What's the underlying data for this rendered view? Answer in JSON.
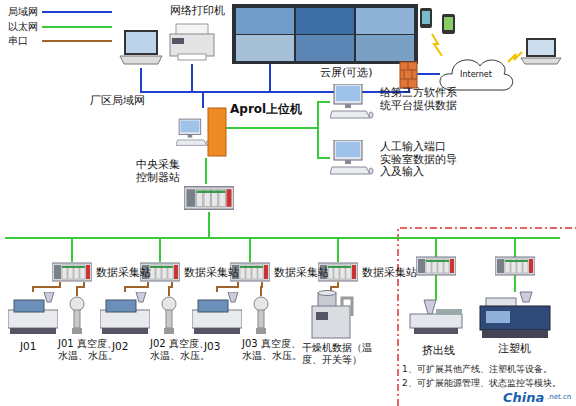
{
  "diagram": {
    "nodes": [
      {
        "text": [
          "厂区局域网"
        ]
      },
      {
        "text": [
          "网络打印机"
        ]
      },
      {
        "text": [
          "云屏(可选)"
        ]
      },
      {
        "text": [
          "Internet"
        ]
      },
      {
        "text": [
          "Aprol上位机"
        ]
      },
      {
        "text": [
          "给第三方软件系统平台提供数据"
        ]
      },
      {
        "text": [
          "人工输入端口 实验室数据的导入及输入"
        ]
      },
      {
        "text": [
          "中央采集 控制器站"
        ]
      },
      {
        "text": [
          "数据采集站"
        ]
      },
      {
        "text": [
          "数据采集站"
        ]
      },
      {
        "text": [
          "数据采集站"
        ]
      },
      {
        "text": [
          "数据采集站"
        ]
      },
      {
        "text": [
          "J01"
        ]
      },
      {
        "text": [
          "J01 真空度、水温、水压。"
        ]
      },
      {
        "text": [
          "J02"
        ]
      },
      {
        "text": [
          "J02 真空度、水温、水压。"
        ]
      },
      {
        "text": [
          "J03"
        ]
      },
      {
        "text": [
          "J03 真空度、水温、水压。"
        ]
      },
      {
        "text": [
          "干燥机数据（温度、开关等）"
        ]
      },
      {
        "text": [
          "挤出线"
        ]
      },
      {
        "text": [
          "注塑机"
        ]
      }
    ],
    "edges": [
      {
        "from": 4,
        "to": 0,
        "arrow": "none"
      },
      {
        "from": 4,
        "to": 1,
        "arrow": "none"
      },
      {
        "from": 4,
        "to": 2,
        "arrow": "none"
      },
      {
        "from": 4,
        "to": 3,
        "arrow": "none"
      },
      {
        "from": 4,
        "to": 5,
        "arrow": "none"
      },
      {
        "from": 4,
        "to": 6,
        "arrow": "none"
      },
      {
        "from": 4,
        "to": 7,
        "arrow": "none"
      },
      {
        "from": 7,
        "to": 8,
        "arrow": "none"
      },
      {
        "from": 7,
        "to": 9,
        "arrow": "none"
      },
      {
        "from": 7,
        "to": 10,
        "arrow": "none"
      },
      {
        "from": 7,
        "to": 11,
        "arrow": "none"
      },
      {
        "from": 7,
        "to": 19,
        "arrow": "none"
      },
      {
        "from": 7,
        "to": 20,
        "arrow": "none"
      },
      {
        "from": 8,
        "to": 12,
        "arrow": "none"
      },
      {
        "from": 8,
        "to": 13,
        "arrow": "none"
      },
      {
        "from": 9,
        "to": 14,
        "arrow": "none"
      },
      {
        "from": 9,
        "to": 15,
        "arrow": "none"
      },
      {
        "from": 10,
        "to": 16,
        "arrow": "none"
      },
      {
        "from": 10,
        "to": 17,
        "arrow": "none"
      },
      {
        "from": 11,
        "to": 18,
        "arrow": "none"
      }
    ],
    "labels": [
      "1、可扩展其他产线、注塑机等设备。",
      "2、可扩展能源管理、状态监控等模块。",
      "China",
      ".net.cn"
    ],
    "legend": [
      {
        "text": "局域网"
      },
      {
        "text": "以太网"
      },
      {
        "text": "串口"
      }
    ]
  }
}
